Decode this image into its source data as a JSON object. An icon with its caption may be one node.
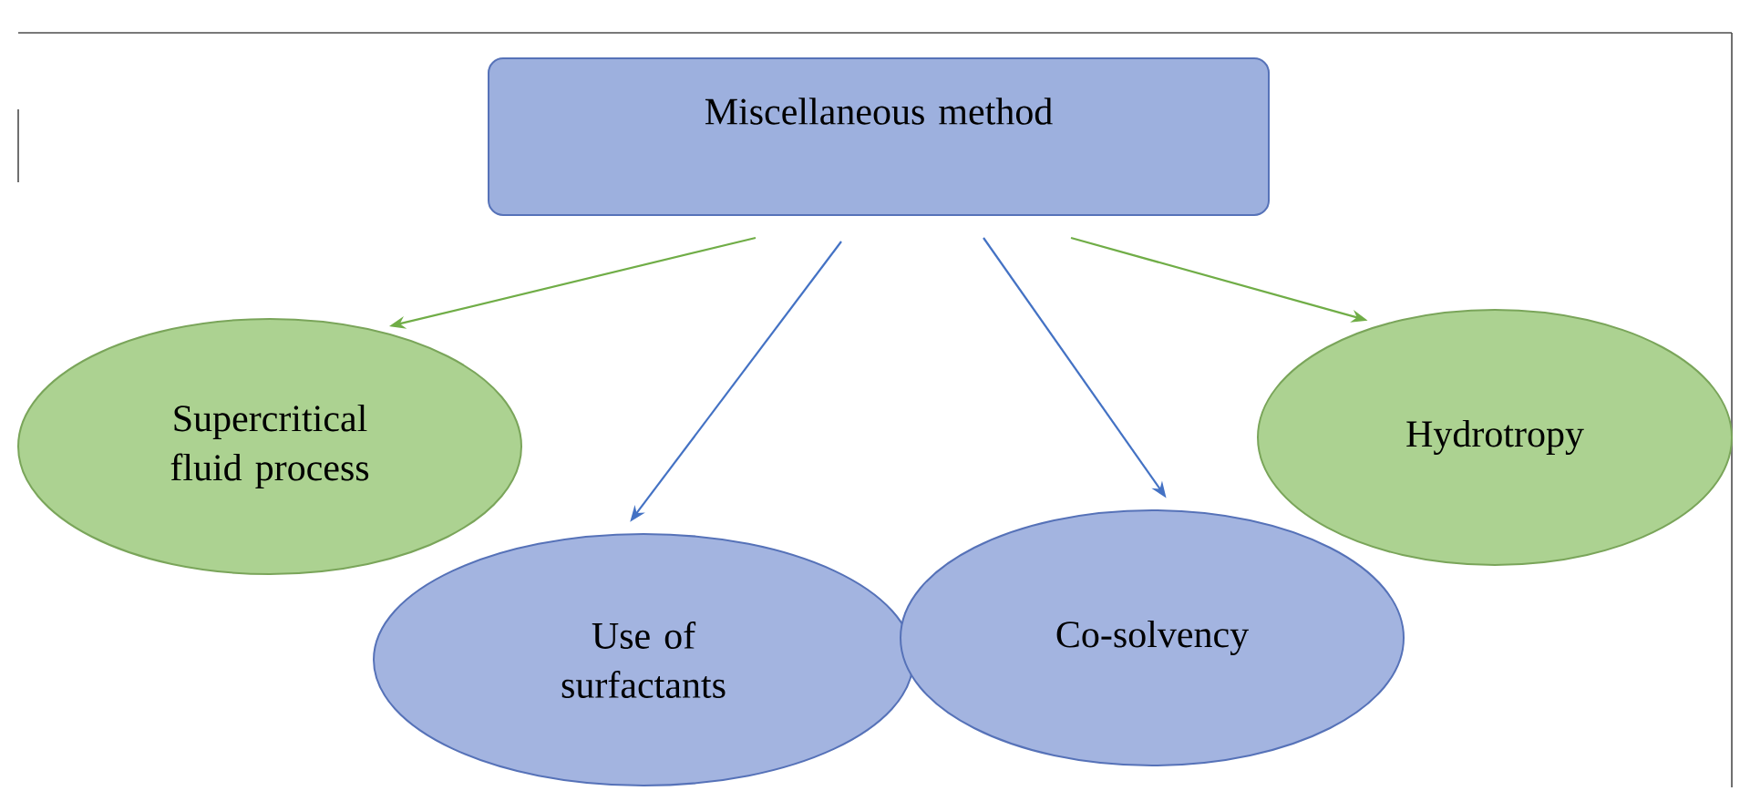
{
  "diagram": {
    "nodes": [
      {
        "text": [
          "Miscellaneous method"
        ]
      },
      {
        "text": [
          "Supercritical fluid process"
        ]
      },
      {
        "text": [
          "Use of surfactants"
        ]
      },
      {
        "text": [
          "Co-solvency"
        ]
      },
      {
        "text": [
          "Hydrotropy"
        ]
      }
    ],
    "edges": [
      {
        "from": 0,
        "to": 1,
        "arrow": "to",
        "color": "#70ad47"
      },
      {
        "from": 0,
        "to": 2,
        "arrow": "to",
        "color": "#4472c4"
      },
      {
        "from": 0,
        "to": 3,
        "arrow": "to",
        "color": "#4472c4"
      },
      {
        "from": 0,
        "to": 4,
        "arrow": "to",
        "color": "#70ad47"
      }
    ]
  }
}
